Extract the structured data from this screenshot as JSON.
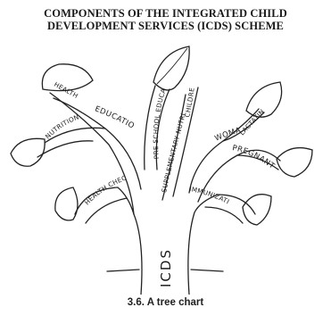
{
  "title_line1": "COMPONENTS OF THE INTEGRATED CHILD",
  "title_line2": "DEVELOPMENT SERVICES (ICDS) SCHEME",
  "trunk_label": "ICDS",
  "branches": {
    "health": "HEALTH",
    "education": "EDUCATION",
    "nutrition": "NUTRITION",
    "preschool": "PRE SCHOOL EDUCATION",
    "supplementary": "SUPPLEMENTARY NUTRITION",
    "children": "CHILDREN",
    "lactating": "LACTATING",
    "woman": "WOMAN",
    "pregnant": "PREGNANT",
    "checkup": "HEALTH CHECK-UP",
    "immunization": "IMMUNIZATION"
  },
  "caption": "3.6. A tree chart"
}
